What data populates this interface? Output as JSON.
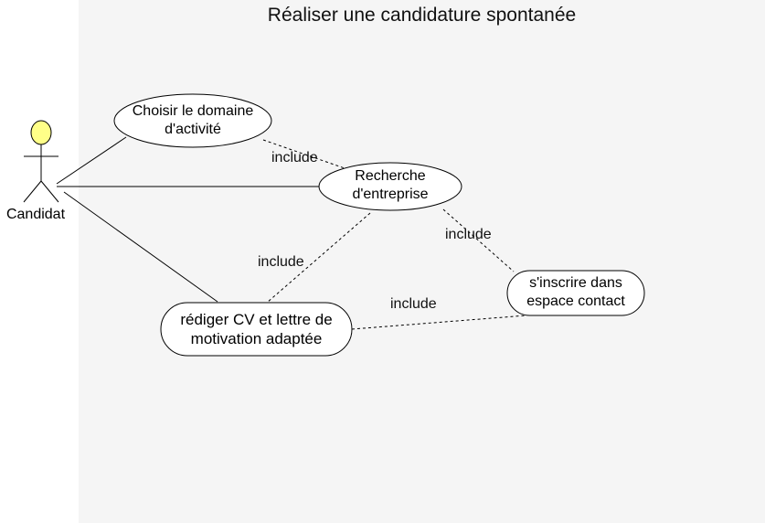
{
  "system": {
    "title": "Réaliser une candidature spontanée"
  },
  "actor": {
    "name": "Candidat",
    "head_color": "#ffff88"
  },
  "use_cases": [
    {
      "id": "uc-domaine",
      "label_lines": [
        "Choisir le domaine",
        "d'activité"
      ]
    },
    {
      "id": "uc-recherche",
      "label_lines": [
        "Recherche",
        "d'entreprise"
      ]
    },
    {
      "id": "uc-inscrire",
      "label_lines": [
        "s'inscrire dans",
        "espace contact"
      ]
    },
    {
      "id": "uc-cv",
      "label_lines": [
        "rédiger CV et lettre de",
        "motivation adaptée"
      ]
    }
  ],
  "relations": {
    "include_label": "include",
    "includes": [
      {
        "from": "uc-recherche",
        "to": "uc-domaine",
        "label": "include"
      },
      {
        "from": "uc-recherche",
        "to": "uc-cv",
        "label": "include"
      },
      {
        "from": "uc-recherche",
        "to": "uc-inscrire",
        "label": "include"
      },
      {
        "from": "uc-cv",
        "to": "uc-inscrire",
        "label": "include"
      }
    ],
    "associations": [
      {
        "from": "actor",
        "to": "uc-domaine"
      },
      {
        "from": "actor",
        "to": "uc-recherche"
      },
      {
        "from": "actor",
        "to": "uc-cv"
      }
    ]
  }
}
